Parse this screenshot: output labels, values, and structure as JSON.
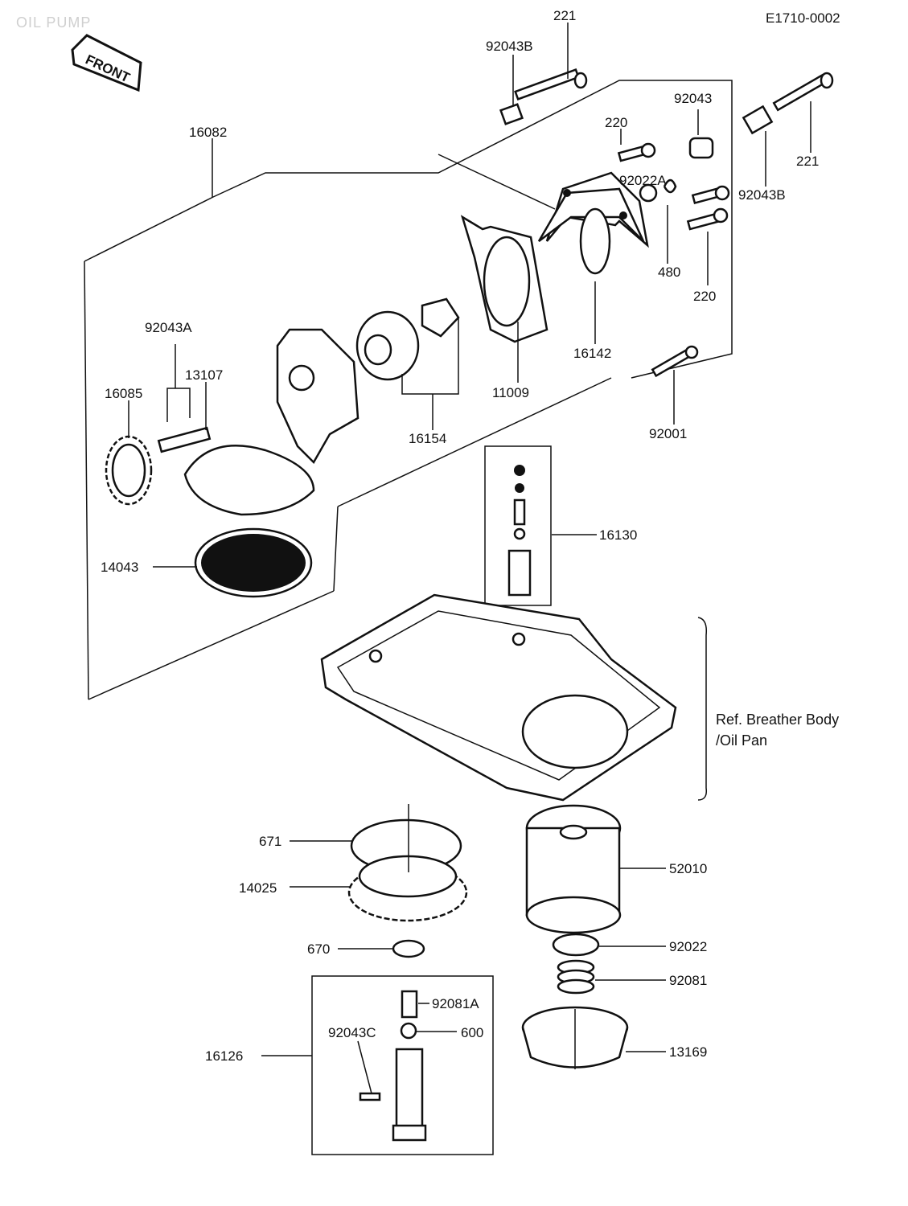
{
  "header": {
    "section_title": "OIL PUMP",
    "diagram_code": "E1710-0002",
    "front_label": "FRONT"
  },
  "note": {
    "line1": "Ref. Breather Body",
    "line2": "/Oil Pan"
  },
  "parts": {
    "p221_top": "221",
    "p92043B_top": "92043B",
    "p16082": "16082",
    "p92043": "92043",
    "p220_top": "220",
    "p92022A": "92022A",
    "p221_right": "221",
    "p92043B_right": "92043B",
    "p480": "480",
    "p220_right": "220",
    "p16142": "16142",
    "p11009": "11009",
    "p16154": "16154",
    "p92043A": "92043A",
    "p13107": "13107",
    "p16085": "16085",
    "p92001": "92001",
    "p16130": "16130",
    "p14043": "14043",
    "p671": "671",
    "p14025": "14025",
    "p52010": "52010",
    "p670": "670",
    "p92022": "92022",
    "p92081": "92081",
    "p92081A": "92081A",
    "p92043C": "92043C",
    "p600": "600",
    "p16126": "16126",
    "p13169": "13169"
  }
}
